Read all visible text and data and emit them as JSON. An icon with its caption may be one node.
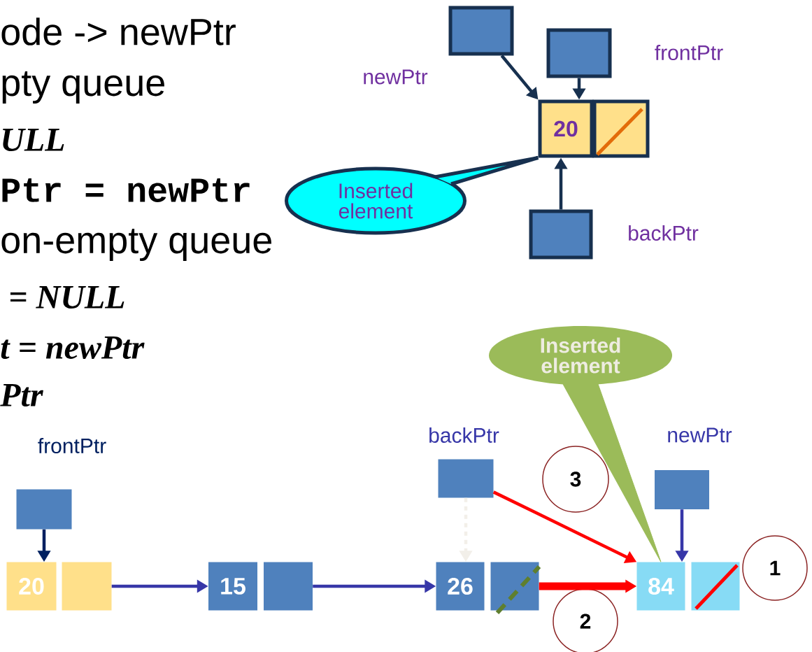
{
  "diagram": {
    "nodes": [
      {
        "text": [],
        "shape": "box",
        "beside": [
          "newPtr"
        ]
      },
      {
        "text": [],
        "shape": "box",
        "beside": [
          "frontPtr"
        ]
      },
      {
        "text": [
          "20"
        ]
      },
      {
        "text": [],
        "shape": "box"
      },
      {
        "text": [],
        "shape": "box",
        "beside": [
          "backPtr"
        ]
      },
      {
        "text": [
          "Inserted element"
        ]
      },
      {
        "text": [
          "Inserted element"
        ]
      },
      {
        "text": [],
        "shape": "box",
        "beside": [
          "frontPtr"
        ]
      },
      {
        "text": [
          "20"
        ]
      },
      {
        "text": [],
        "shape": "box"
      },
      {
        "text": [
          "15"
        ]
      },
      {
        "text": [],
        "shape": "box"
      },
      {
        "text": [],
        "shape": "box"
      },
      {
        "text": [
          "26"
        ]
      },
      {
        "text": [],
        "shape": "box"
      },
      {
        "text": [],
        "shape": "box"
      },
      {
        "text": [
          "84"
        ]
      },
      {
        "text": [],
        "shape": "box"
      },
      {
        "text": [
          "3"
        ]
      },
      {
        "text": [
          "1"
        ]
      },
      {
        "text": [
          "2"
        ]
      }
    ],
    "edges": [
      {
        "from": 0,
        "to": 2,
        "arrow": "to",
        "color": "#17304f"
      },
      {
        "from": 1,
        "to": 2,
        "arrow": "to",
        "color": "#17304f"
      },
      {
        "from": 4,
        "to": 2,
        "arrow": "to",
        "color": "#17304f"
      },
      {
        "from": 7,
        "to": 8,
        "arrow": "to",
        "color": "#002060"
      },
      {
        "from": 9,
        "to": 10,
        "arrow": "to"
      },
      {
        "from": 11,
        "to": 13,
        "arrow": "to"
      },
      {
        "from": 12,
        "to": 13,
        "arrow": "to",
        "style": "dashed",
        "color": "#f2efe9"
      },
      {
        "from": 12,
        "to": 16,
        "arrow": "to",
        "color": "#ff0000"
      },
      {
        "from": 14,
        "to": 16,
        "arrow": "to",
        "style": "thick",
        "color": "#ff0000"
      },
      {
        "from": 15,
        "to": 16,
        "arrow": "to"
      },
      {
        "from": 5,
        "to": 2,
        "arrow": "none",
        "color": "#17304f"
      },
      {
        "from": 6,
        "to": 16,
        "arrow": "none",
        "color": "#9bbb59"
      }
    ],
    "labels": [
      "ode -> newPtr",
      "pty queue",
      "ULL",
      "Ptr = newPtr",
      "on-empty queue",
      "= NULL",
      "t = newPtr",
      "Ptr",
      "backPtr",
      "newPtr"
    ]
  }
}
